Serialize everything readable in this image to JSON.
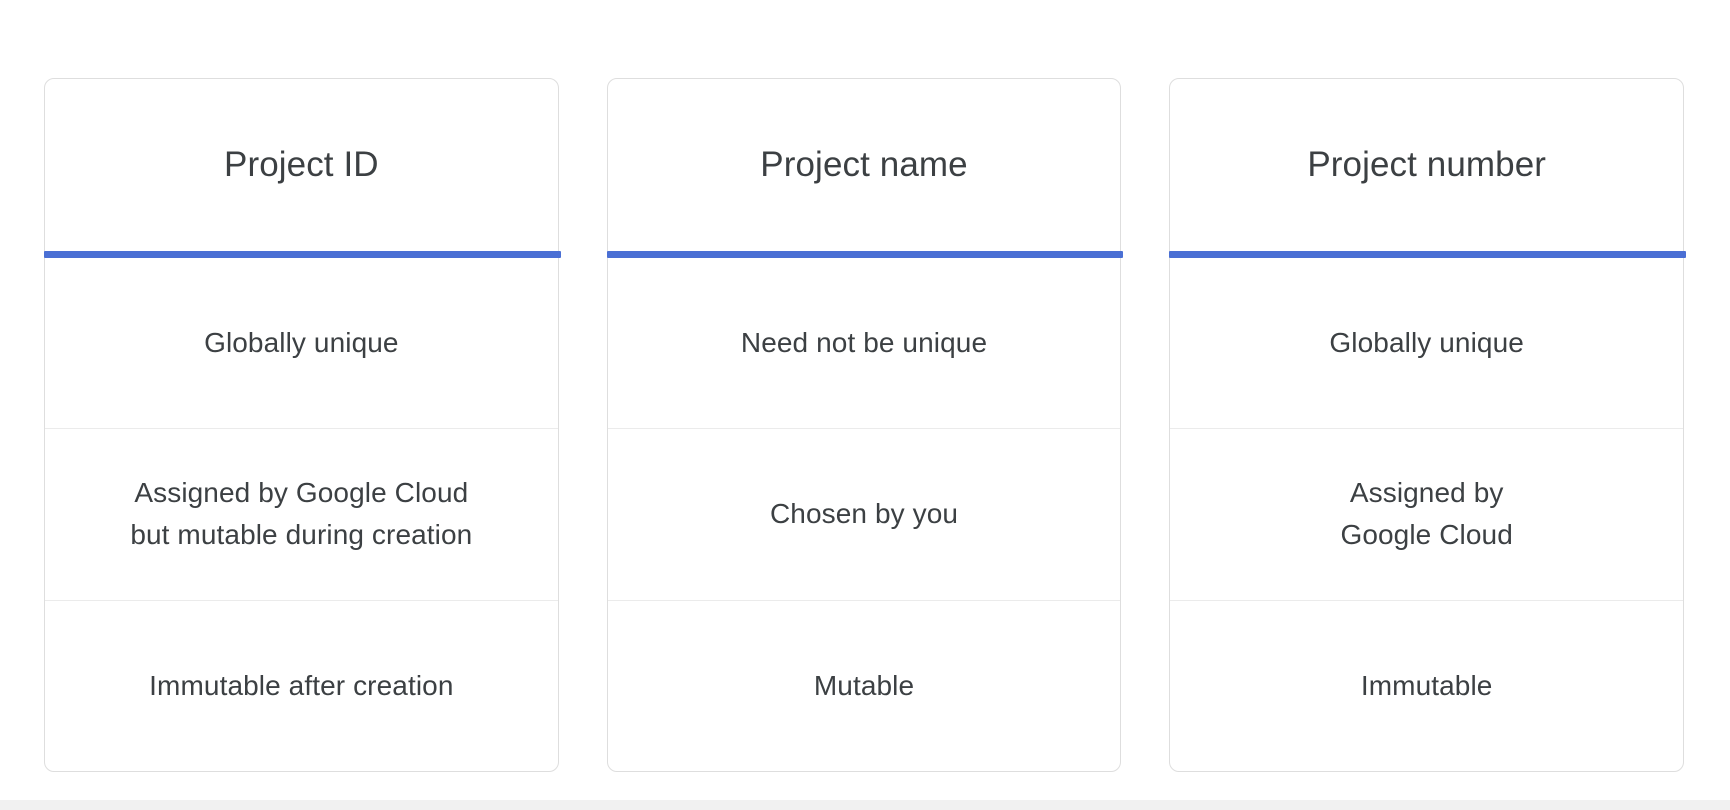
{
  "theme": {
    "accent_color": "#4a6fd4",
    "text_color": "#3c4043",
    "card_border_color": "#dedede",
    "row_divider_color": "#ebebeb",
    "background_color": "#ffffff"
  },
  "table": {
    "columns": [
      {
        "header": "Project ID",
        "cells": [
          "Globally unique",
          "Assigned by Google Cloud\nbut mutable during creation",
          "Immutable after creation"
        ]
      },
      {
        "header": "Project name",
        "cells": [
          "Need not be unique",
          "Chosen by you",
          "Mutable"
        ]
      },
      {
        "header": "Project number",
        "cells": [
          "Globally unique",
          "Assigned by\nGoogle Cloud",
          "Immutable"
        ]
      }
    ]
  }
}
